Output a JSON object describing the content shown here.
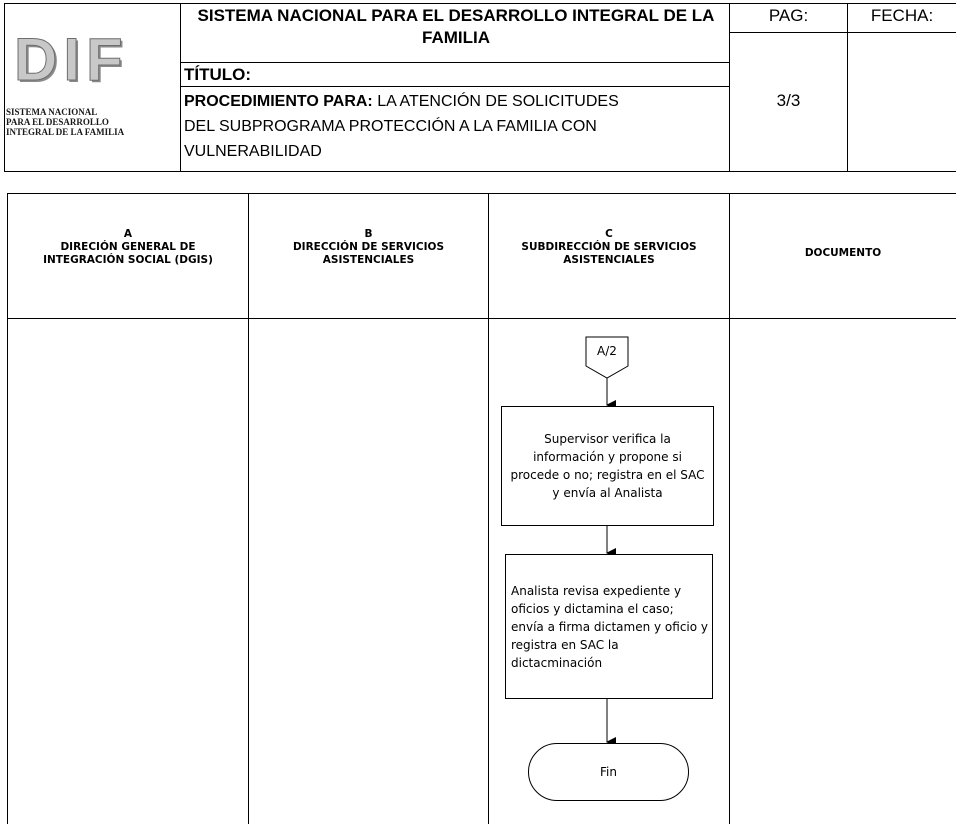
{
  "header": {
    "logo_letters": "DIF",
    "logo_subtitle": [
      "SISTEMA NACIONAL",
      "PARA EL DESARROLLO",
      "INTEGRAL DE LA FAMILIA"
    ],
    "system_title": "SISTEMA NACIONAL PARA EL DESARROLLO INTEGRAL DE LA FAMILIA",
    "titulo_label": "TÍTULO:",
    "procedure_label": "PROCEDIMIENTO PARA:",
    "procedure_line1": "LA ATENCIÓN DE SOLICITUDES",
    "procedure_line2": "DEL SUBPROGRAMA  PROTECCIÓN A LA FAMILIA CON",
    "procedure_line3": "VULNERABILIDAD",
    "page_label": "PAG:",
    "page_value": "3/3",
    "date_label": "FECHA:",
    "date_value": ""
  },
  "lanes": [
    {
      "letter": "A",
      "title": "DIRECIÓN GENERAL DE INTEGRACIÓN SOCIAL (DGIS)"
    },
    {
      "letter": "B",
      "title": "DIRECCIÓN DE SERVICIOS ASISTENCIALES"
    },
    {
      "letter": "C",
      "title": "SUBDIRECCIÓN DE SERVICIOS ASISTENCIALES"
    },
    {
      "letter": "",
      "title": "DOCUMENTO"
    }
  ],
  "flow": {
    "connector": "A/2",
    "step1": "Supervisor verifica la información y propone si procede o no; registra en el SAC y envía al Analista",
    "step2": "Analista revisa expediente y oficios  y dictamina el caso; envía a firma dictamen y oficio y registra en SAC la dictacminación",
    "end": "Fin"
  }
}
